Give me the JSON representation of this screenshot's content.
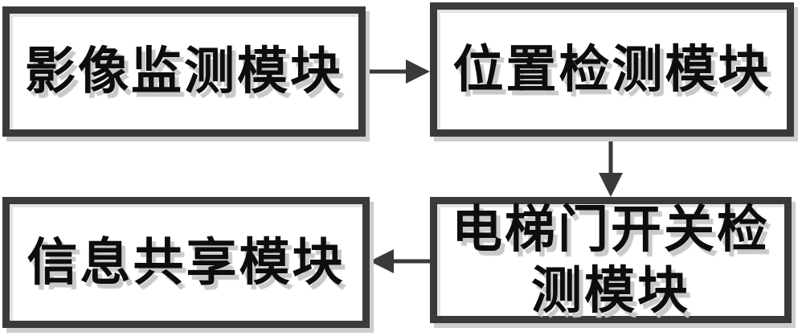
{
  "diagram": {
    "background_color": "#ffffff",
    "box_border_color": "#3a3a3a",
    "arrow_color": "#3a3a3a",
    "shadow_color": "#cdcdcd",
    "text_color": "#0d0d0d",
    "nodes": [
      {
        "id": "image-monitoring",
        "label": "影像监测模块",
        "lines": [
          "影像监测模块"
        ]
      },
      {
        "id": "position-detection",
        "label": "位置检测模块",
        "lines": [
          "位置检测模块"
        ]
      },
      {
        "id": "elevator-door-switch-detection",
        "label": "电梯门开关检测模块",
        "lines": [
          "电梯门开关检",
          "测模块"
        ]
      },
      {
        "id": "information-sharing",
        "label": "信息共享模块",
        "lines": [
          "信息共享模块"
        ]
      }
    ],
    "edges": [
      {
        "from": "影像监测模块",
        "to": "位置检测模块",
        "direction": "right"
      },
      {
        "from": "位置检测模块",
        "to": "电梯门开关检测模块",
        "direction": "down"
      },
      {
        "from": "电梯门开关检测模块",
        "to": "信息共享模块",
        "direction": "left"
      }
    ]
  }
}
